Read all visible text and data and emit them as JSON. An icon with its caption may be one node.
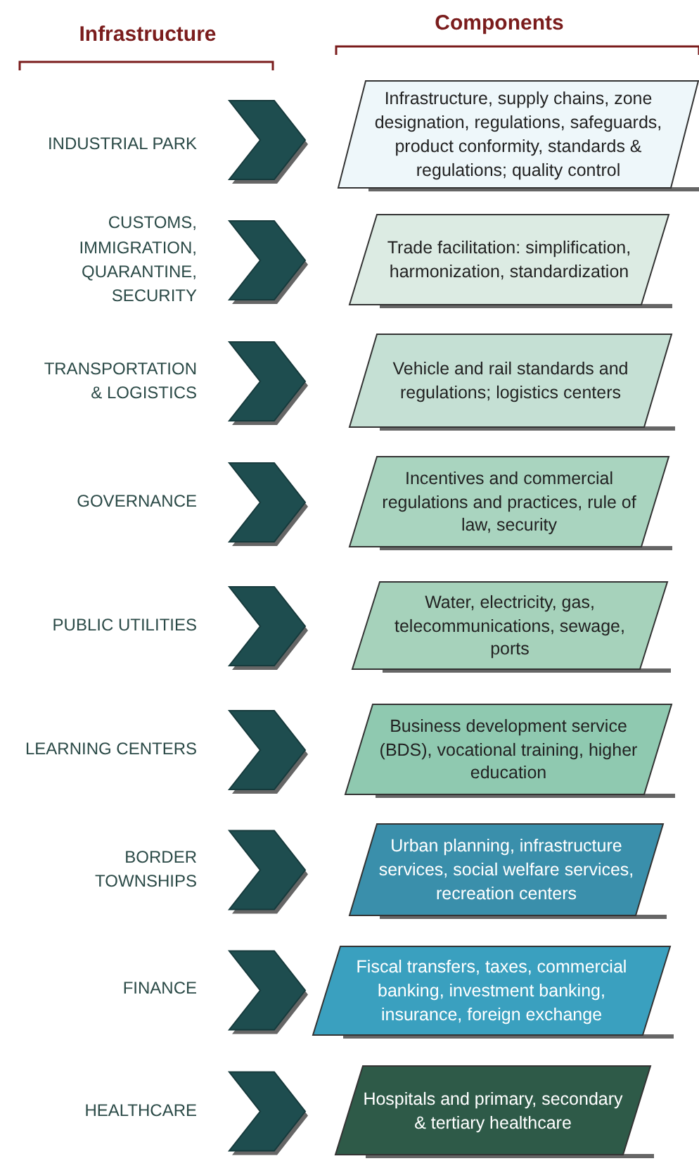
{
  "diagram": {
    "nodes": [
      {
        "text": [
          "INDUSTRIAL PARK"
        ]
      },
      {
        "text": [
          "Infrastructure, supply chains, zone designation, regulations, safeguards, product conformity, standards & regulations; quality control"
        ]
      },
      {
        "text": [
          "CUSTOMS, IMMIGRATION, QUARANTINE, SECURITY"
        ]
      },
      {
        "text": [
          "Trade facilitation: simplification, harmonization, standardization"
        ]
      },
      {
        "text": [
          "TRANSPORTATION & LOGISTICS"
        ]
      },
      {
        "text": [
          "Vehicle and rail standards and regulations; logistics centers"
        ]
      },
      {
        "text": [
          "GOVERNANCE"
        ]
      },
      {
        "text": [
          "Incentives and commercial regulations and practices, rule of law, security"
        ]
      },
      {
        "text": [
          "PUBLIC UTILITIES"
        ]
      },
      {
        "text": [
          "Water, electricity, gas, telecommunications, sewage, ports"
        ]
      },
      {
        "text": [
          "LEARNING CENTERS"
        ]
      },
      {
        "text": [
          "Business development service (BDS), vocational training, higher education"
        ]
      },
      {
        "text": [
          "BORDER TOWNSHIPS"
        ]
      },
      {
        "text": [
          "Urban planning, infrastructure services, social welfare services, recreation centers"
        ]
      },
      {
        "text": [
          "FINANCE"
        ]
      },
      {
        "text": [
          "Fiscal transfers, taxes, commercial banking, investment banking, insurance, foreign exchange"
        ]
      },
      {
        "text": [
          "HEALTHCARE"
        ]
      },
      {
        "text": [
          "Hospitals and primary, secondary & tertiary healthcare"
        ]
      }
    ],
    "edges": [
      {
        "from": 0,
        "to": 1,
        "arrow": "to"
      },
      {
        "from": 2,
        "to": 3,
        "arrow": "to"
      },
      {
        "from": 4,
        "to": 5,
        "arrow": "to"
      },
      {
        "from": 6,
        "to": 7,
        "arrow": "to"
      },
      {
        "from": 8,
        "to": 9,
        "arrow": "to"
      },
      {
        "from": 10,
        "to": 11,
        "arrow": "to"
      },
      {
        "from": 12,
        "to": 13,
        "arrow": "to"
      },
      {
        "from": 14,
        "to": 15,
        "arrow": "to"
      },
      {
        "from": 16,
        "to": 17,
        "arrow": "to"
      }
    ],
    "labels": [
      "Components",
      "Infrastructure"
    ]
  }
}
